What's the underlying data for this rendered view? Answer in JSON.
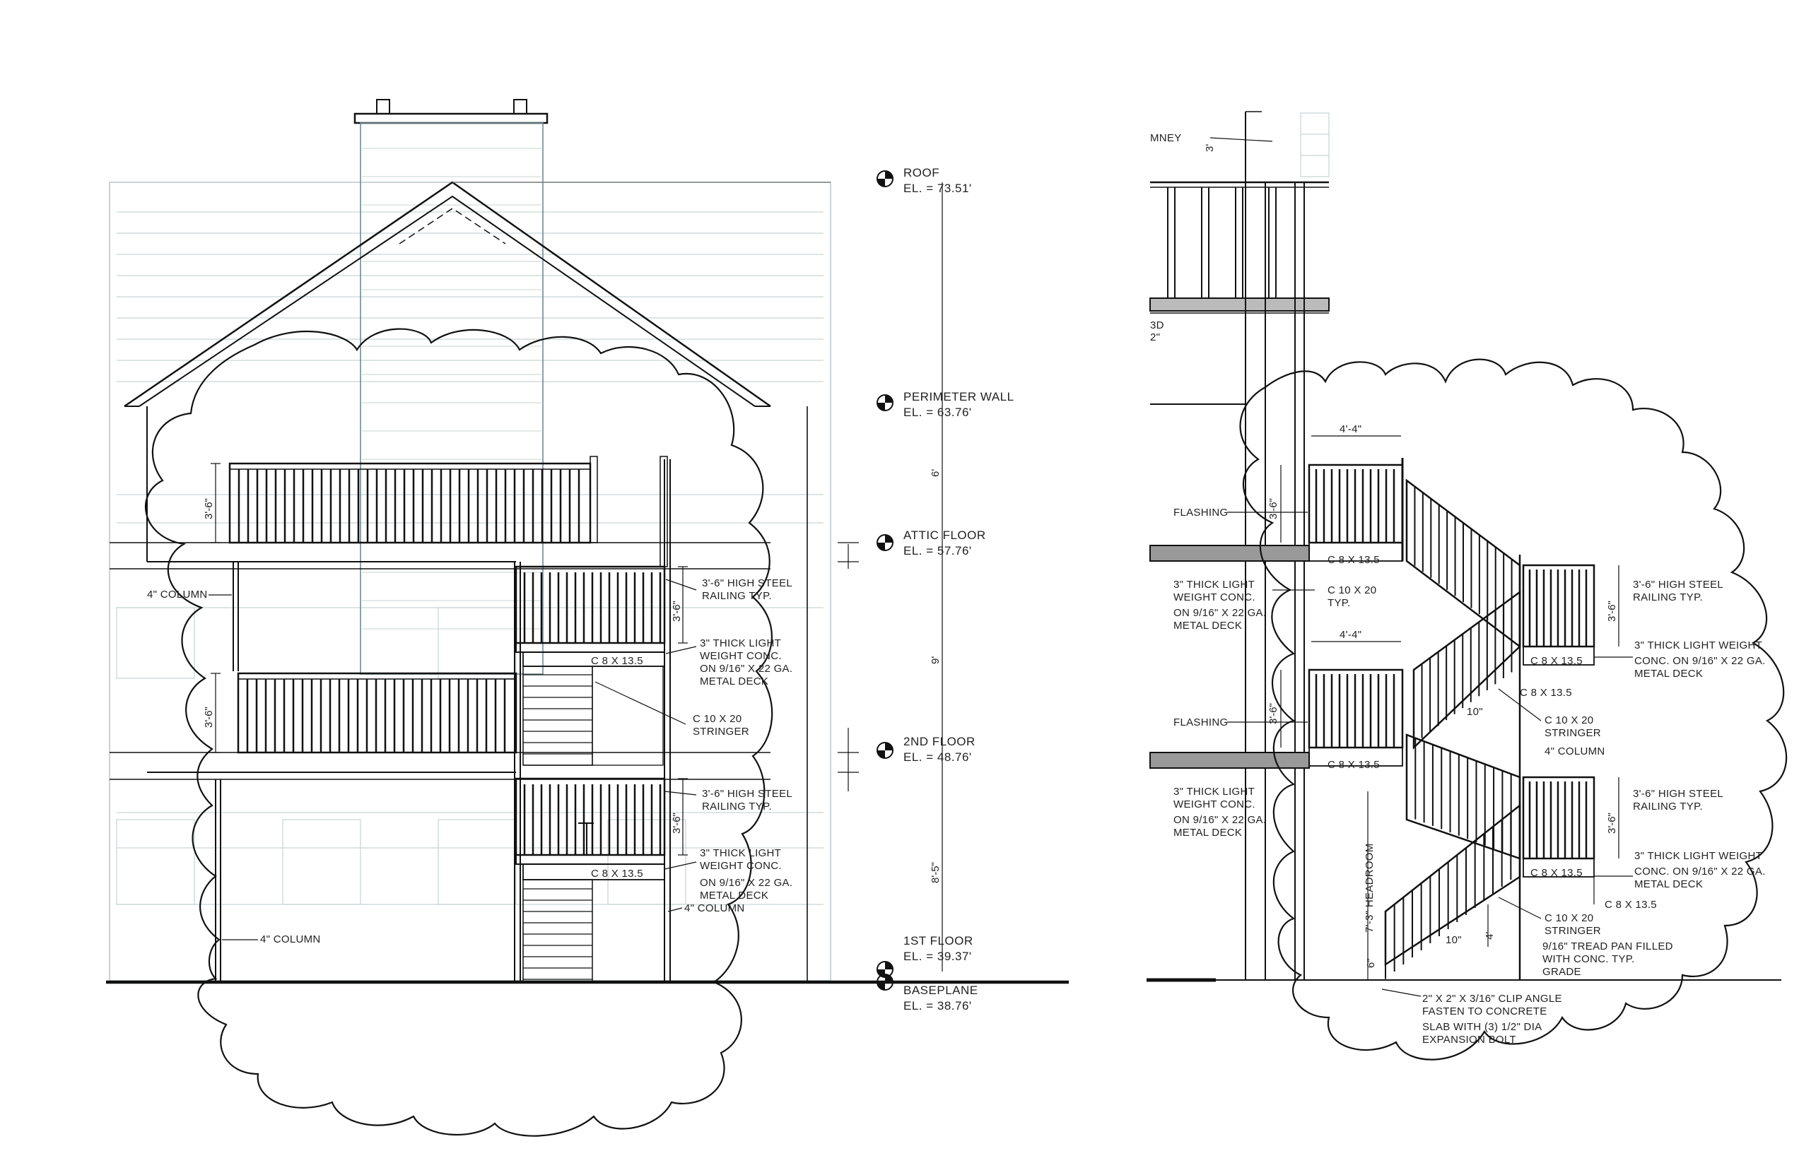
{
  "left_elevation": {
    "levels": [
      {
        "name": "ROOF",
        "elevation": "EL. = 73.51'"
      },
      {
        "name": "PERIMETER WALL",
        "elevation": "EL. = 63.76'"
      },
      {
        "name": "ATTIC FLOOR",
        "elevation": "EL. = 57.76'"
      },
      {
        "name": "2ND FLOOR",
        "elevation": "EL. = 48.76'"
      },
      {
        "name": "1ST FLOOR",
        "elevation": "EL. = 39.37'"
      },
      {
        "name": "BASEPLANE",
        "elevation": "EL. = 38.76'"
      }
    ],
    "dimensions": {
      "d_6": "6'",
      "d_9": "9'",
      "d_8_5": "8'-5\"",
      "rail_height_1": "3'-6\"",
      "rail_height_2": "3'-6\"",
      "rail_height_3": "3'-6\"",
      "rail_height_4": "3'-6\""
    },
    "notes": {
      "column_top": "4\" COLUMN",
      "column_bottom_left": "4\" COLUMN",
      "column_right": "4\" COLUMN",
      "railing_upper_1": "3'-6\" HIGH STEEL",
      "railing_upper_2": "RAILING TYP.",
      "deck_upper_1": "3\" THICK LIGHT",
      "deck_upper_2": "WEIGHT CONC.",
      "deck_upper_3": "ON 9/16\" X 22 GA.",
      "deck_upper_4": "METAL DECK",
      "stringer_1": "C 10 X 20",
      "stringer_2": "STRINGER",
      "railing_lower_1": "3'-6\" HIGH STEEL",
      "railing_lower_2": "RAILING TYP.",
      "deck_lower_1": "3\" THICK LIGHT",
      "deck_lower_2": "WEIGHT CONC.",
      "deck_lower_3": "ON 9/16\" X 22 GA.",
      "deck_lower_4": "METAL DECK",
      "beam_upper": "C 8 X 13.5",
      "beam_lower": "C 8 X 13.5"
    }
  },
  "right_section": {
    "notes": {
      "chimney": "MNEY",
      "chimney_dim": "3'",
      "bd": "3D",
      "bd2": "2\"",
      "width_upper": "4'-4\"",
      "width_lower": "4'-4\"",
      "flashing_upper": "FLASHING",
      "flashing_lower": "FLASHING",
      "beam_upper": "C 8 X 13.5",
      "beam_lower": "C 8 X 13.5",
      "beam_landing_1": "C 8 X 13.5",
      "beam_landing_2": "C 8 X 13.5",
      "beam_landing_3": "C 8 X 13.5",
      "beam_landing_4": "C 8 X 13.5",
      "c10_1": "C 10 X 20",
      "c10_2": "TYP.",
      "deck_l1_1": "3\" THICK LIGHT",
      "deck_l1_2": "WEIGHT CONC.",
      "deck_l1_3": "ON 9/16\" X 22 GA.",
      "deck_l1_4": "METAL DECK",
      "deck_l2_1": "3\" THICK LIGHT",
      "deck_l2_2": "WEIGHT CONC.",
      "deck_l2_3": "ON 9/16\" X 22 GA.",
      "deck_l2_4": "METAL DECK",
      "railing_r1_1": "3'-6\" HIGH STEEL",
      "railing_r1_2": "RAILING TYP.",
      "railing_r2_1": "3'-6\" HIGH STEEL",
      "railing_r2_2": "RAILING TYP.",
      "deck_r1_1": "3\" THICK LIGHT WEIGHT",
      "deck_r1_2": "CONC. ON 9/16\" X 22 GA.",
      "deck_r1_3": "METAL DECK",
      "deck_r2_1": "3\" THICK LIGHT WEIGHT",
      "deck_r2_2": "CONC. ON 9/16\" X 22 GA.",
      "deck_r2_3": "METAL DECK",
      "stringer_r1_1": "C 10 X 20",
      "stringer_r1_2": "STRINGER",
      "stringer_r2_1": "C 10 X 20",
      "stringer_r2_2": "STRINGER",
      "column": "4\" COLUMN",
      "tread_10_1": "10\"",
      "tread_10_2": "10\"",
      "headroom": "7'-3\" HEADROOM",
      "rise_1": "4'",
      "rise_2": "6\"",
      "rail_h_1": "3'-6\"",
      "rail_h_2": "3'-6\"",
      "rail_h_3": "3'-6\"",
      "rail_h_4": "3'-6\"",
      "tread_1": "9/16\" TREAD PAN FILLED",
      "tread_2": "WITH CONC. TYP.",
      "tread_3": "GRADE",
      "angle_1": "2\" X 2\" X 3/16\" CLIP ANGLE",
      "angle_2": "FASTEN TO CONCRETE",
      "angle_3": "SLAB WITH (3) 1/2\" DIA",
      "angle_4": "EXPANSION BOLT"
    }
  }
}
